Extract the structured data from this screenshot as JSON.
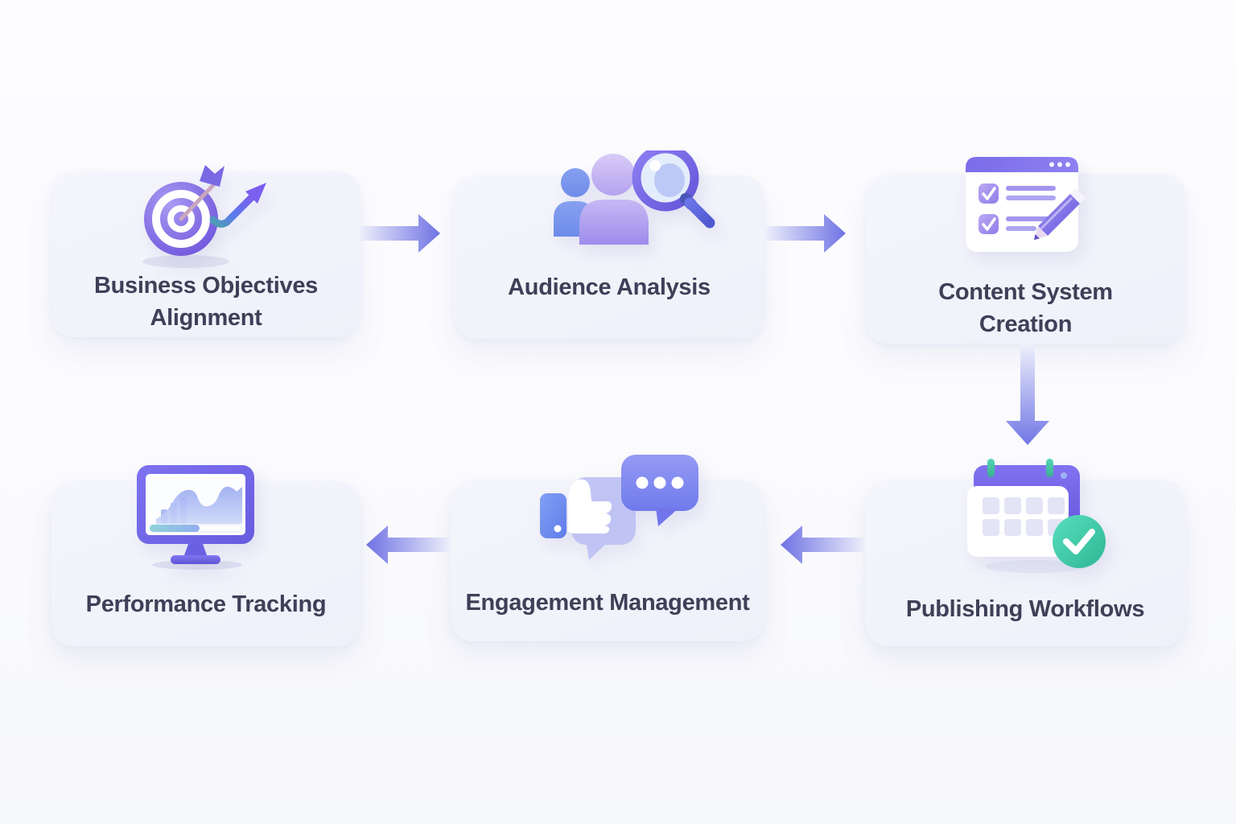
{
  "diagram": {
    "type": "flowchart",
    "cards": [
      {
        "id": "business-objectives-alignment",
        "label": "Business Objectives Alignment",
        "lines": [
          "Business Objectives",
          "Alignment"
        ],
        "icon": "target-growth-icon"
      },
      {
        "id": "audience-analysis",
        "label": "Audience Analysis",
        "lines": [
          "Audience Analysis"
        ],
        "icon": "people-magnifier-icon"
      },
      {
        "id": "content-system-creation",
        "label": "Content System Creation",
        "lines": [
          "Content System",
          "Creation"
        ],
        "icon": "checklist-pencil-icon"
      },
      {
        "id": "publishing-workflows",
        "label": "Publishing Workflows",
        "lines": [
          "Publishing Workflows"
        ],
        "icon": "calendar-check-icon"
      },
      {
        "id": "engagement-management",
        "label": "Engagement Management",
        "lines": [
          "Engagement Management"
        ],
        "icon": "thumbs-up-chat-icon"
      },
      {
        "id": "performance-tracking",
        "label": "Performance Tracking",
        "lines": [
          "Performance Tracking"
        ],
        "icon": "monitor-analytics-icon"
      }
    ],
    "arrows": [
      {
        "from": "business-objectives-alignment",
        "to": "audience-analysis",
        "direction": "right"
      },
      {
        "from": "audience-analysis",
        "to": "content-system-creation",
        "direction": "right"
      },
      {
        "from": "content-system-creation",
        "to": "publishing-workflows",
        "direction": "down"
      },
      {
        "from": "publishing-workflows",
        "to": "engagement-management",
        "direction": "left"
      },
      {
        "from": "engagement-management",
        "to": "performance-tracking",
        "direction": "left"
      }
    ],
    "colors": {
      "accent_purple": "#6f72e3",
      "accent_indigo": "#7a6be6",
      "accent_blue": "#6b8ef0",
      "accent_teal": "#3fc9a7",
      "card_background": "#f3f3fb",
      "page_background": "#fcfcfe",
      "label_text": "#3d4057"
    }
  }
}
